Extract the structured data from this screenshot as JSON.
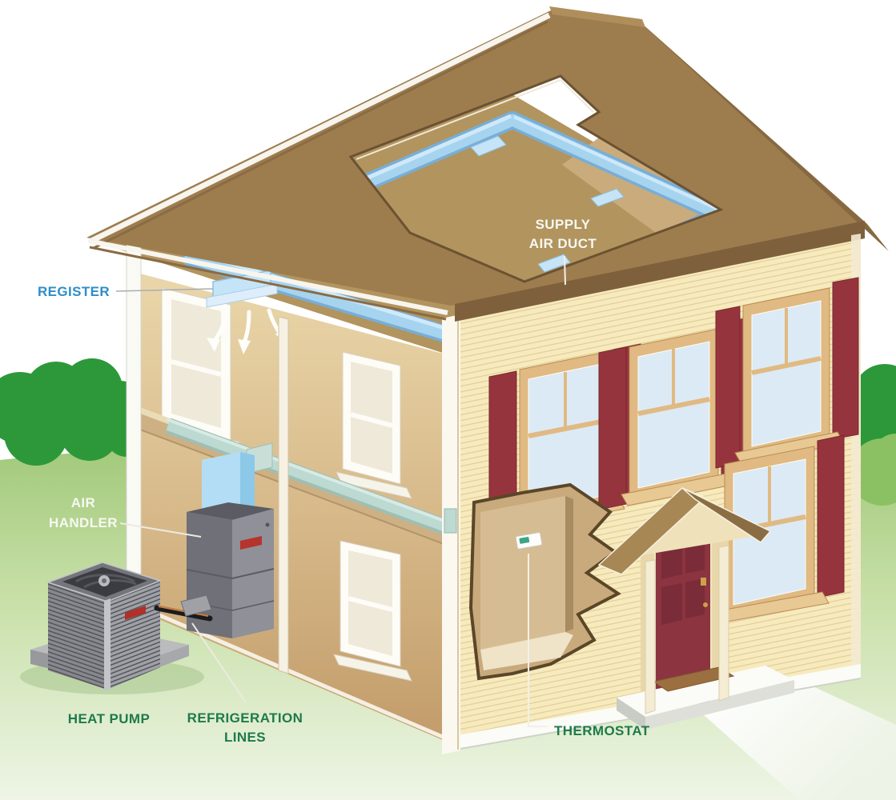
{
  "labels": {
    "register": "REGISTER",
    "supply_air_duct_line1": "SUPPLY",
    "supply_air_duct_line2": "AIR DUCT",
    "air_handler_line1": "AIR",
    "air_handler_line2": "HANDLER",
    "heat_pump": "HEAT PUMP",
    "refrigeration_lines_line1": "REFRIGERATION",
    "refrigeration_lines_line2": "LINES",
    "thermostat": "THERMOSTAT"
  },
  "palette": {
    "label_green": "#1e7a4b",
    "label_blue": "#2e8ec6",
    "label_white": "#f6f8f2",
    "duct_blue": "#a6d4ef",
    "duct_highlight": "#cfe9fa",
    "duct_edge_blue": "#78aed6",
    "first_floor_duct_green": "#bcd9d2",
    "roof_brown": "#9d7c4e",
    "attic_floor_tan": "#b2945e",
    "siding_yellow": "#f7eabc",
    "shutter_maroon": "#96343e",
    "door_maroon": "#8c3440",
    "window_glass_blue": "#dceaf5",
    "interior_wall_tan": "#d9bd92",
    "equipment_gray": "#8f9098",
    "grass_green": "#bcd795",
    "tree_green": "#2c983a",
    "walkway_white": "#ffffff",
    "leader_gray": "#a9adb2",
    "leader_white": "#f2f0e8"
  }
}
